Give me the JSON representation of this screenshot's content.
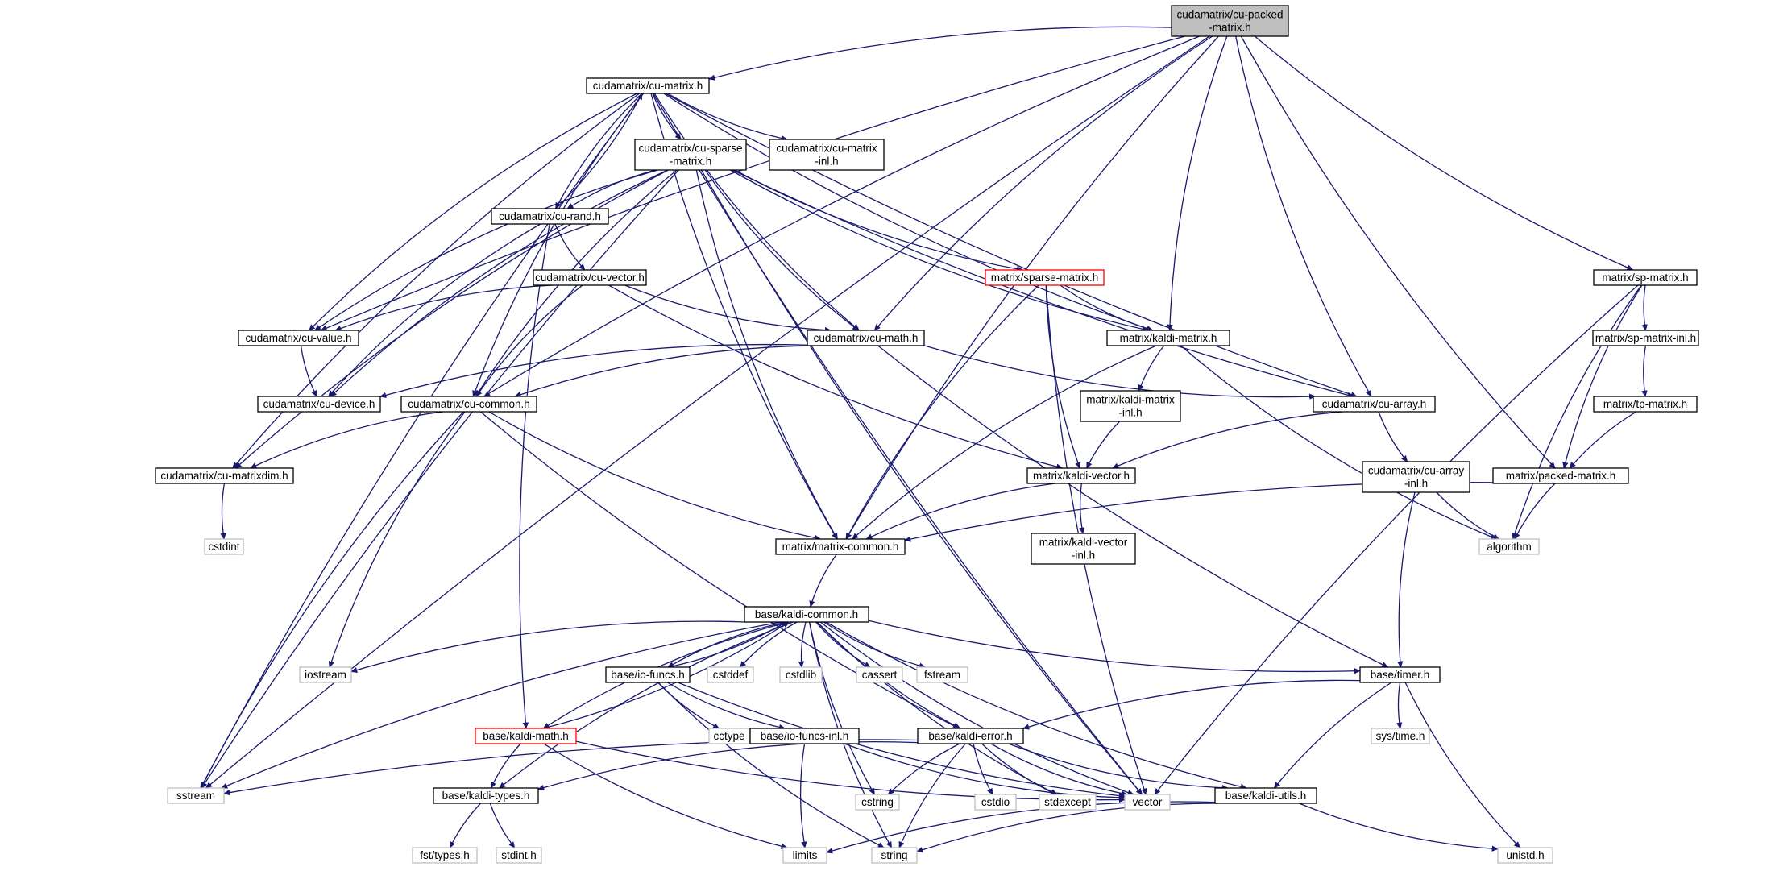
{
  "colors": {
    "edge": "#191970",
    "node_border": "#000000",
    "external_border": "#bfbfbf",
    "highlight_border": "#ff0000",
    "root_fill": "#bfbfbf",
    "background": "#ffffff"
  },
  "graph": {
    "nodes": [
      {
        "id": "n0",
        "lines": [
          "cudamatrix/cu-packed",
          "-matrix.h"
        ],
        "kind": "root"
      },
      {
        "id": "n1",
        "lines": [
          "cudamatrix/cu-matrix.h"
        ],
        "kind": "header"
      },
      {
        "id": "n2",
        "lines": [
          "cudamatrix/cu-sparse",
          "-matrix.h"
        ],
        "kind": "header"
      },
      {
        "id": "n3",
        "lines": [
          "cudamatrix/cu-matrix",
          "-inl.h"
        ],
        "kind": "header"
      },
      {
        "id": "n4",
        "lines": [
          "cudamatrix/cu-rand.h"
        ],
        "kind": "header"
      },
      {
        "id": "n5",
        "lines": [
          "cudamatrix/cu-vector.h"
        ],
        "kind": "header"
      },
      {
        "id": "n6",
        "lines": [
          "matrix/sparse-matrix.h"
        ],
        "kind": "highlight"
      },
      {
        "id": "n7",
        "lines": [
          "matrix/sp-matrix.h"
        ],
        "kind": "header"
      },
      {
        "id": "n8",
        "lines": [
          "cudamatrix/cu-value.h"
        ],
        "kind": "header"
      },
      {
        "id": "n9",
        "lines": [
          "cudamatrix/cu-math.h"
        ],
        "kind": "header"
      },
      {
        "id": "n10",
        "lines": [
          "matrix/kaldi-matrix.h"
        ],
        "kind": "header"
      },
      {
        "id": "n11",
        "lines": [
          "matrix/sp-matrix-inl.h"
        ],
        "kind": "header"
      },
      {
        "id": "n12",
        "lines": [
          "cudamatrix/cu-device.h"
        ],
        "kind": "header"
      },
      {
        "id": "n13",
        "lines": [
          "cudamatrix/cu-common.h"
        ],
        "kind": "header"
      },
      {
        "id": "n14",
        "lines": [
          "matrix/kaldi-matrix",
          "-inl.h"
        ],
        "kind": "header"
      },
      {
        "id": "n15",
        "lines": [
          "cudamatrix/cu-array.h"
        ],
        "kind": "header"
      },
      {
        "id": "n16",
        "lines": [
          "matrix/tp-matrix.h"
        ],
        "kind": "header"
      },
      {
        "id": "n17",
        "lines": [
          "cudamatrix/cu-matrixdim.h"
        ],
        "kind": "header"
      },
      {
        "id": "n18",
        "lines": [
          "matrix/kaldi-vector.h"
        ],
        "kind": "header"
      },
      {
        "id": "n19",
        "lines": [
          "cudamatrix/cu-array",
          "-inl.h"
        ],
        "kind": "header"
      },
      {
        "id": "n20",
        "lines": [
          "matrix/packed-matrix.h"
        ],
        "kind": "header"
      },
      {
        "id": "n21",
        "lines": [
          "cstdint"
        ],
        "kind": "external"
      },
      {
        "id": "n22",
        "lines": [
          "matrix/matrix-common.h"
        ],
        "kind": "header"
      },
      {
        "id": "n23",
        "lines": [
          "matrix/kaldi-vector",
          "-inl.h"
        ],
        "kind": "header"
      },
      {
        "id": "n24",
        "lines": [
          "algorithm"
        ],
        "kind": "external"
      },
      {
        "id": "n25",
        "lines": [
          "base/kaldi-common.h"
        ],
        "kind": "header"
      },
      {
        "id": "n26",
        "lines": [
          "iostream"
        ],
        "kind": "external"
      },
      {
        "id": "n27",
        "lines": [
          "base/io-funcs.h"
        ],
        "kind": "header"
      },
      {
        "id": "n28",
        "lines": [
          "cstddef"
        ],
        "kind": "external"
      },
      {
        "id": "n29",
        "lines": [
          "cstdlib"
        ],
        "kind": "external"
      },
      {
        "id": "n30",
        "lines": [
          "cassert"
        ],
        "kind": "external"
      },
      {
        "id": "n31",
        "lines": [
          "fstream"
        ],
        "kind": "external"
      },
      {
        "id": "n32",
        "lines": [
          "base/timer.h"
        ],
        "kind": "header"
      },
      {
        "id": "n33",
        "lines": [
          "cctype"
        ],
        "kind": "external"
      },
      {
        "id": "n34",
        "lines": [
          "sys/time.h"
        ],
        "kind": "external"
      },
      {
        "id": "n35",
        "lines": [
          "base/kaldi-math.h"
        ],
        "kind": "highlight"
      },
      {
        "id": "n36",
        "lines": [
          "base/io-funcs-inl.h"
        ],
        "kind": "header"
      },
      {
        "id": "n37",
        "lines": [
          "base/kaldi-error.h"
        ],
        "kind": "header"
      },
      {
        "id": "n38",
        "lines": [
          "sstream"
        ],
        "kind": "external"
      },
      {
        "id": "n39",
        "lines": [
          "base/kaldi-types.h"
        ],
        "kind": "header"
      },
      {
        "id": "n40",
        "lines": [
          "cstring"
        ],
        "kind": "external"
      },
      {
        "id": "n41",
        "lines": [
          "cstdio"
        ],
        "kind": "external"
      },
      {
        "id": "n42",
        "lines": [
          "stdexcept"
        ],
        "kind": "external"
      },
      {
        "id": "n43",
        "lines": [
          "vector"
        ],
        "kind": "external"
      },
      {
        "id": "n44",
        "lines": [
          "base/kaldi-utils.h"
        ],
        "kind": "header"
      },
      {
        "id": "n45",
        "lines": [
          "fst/types.h"
        ],
        "kind": "external"
      },
      {
        "id": "n46",
        "lines": [
          "stdint.h"
        ],
        "kind": "external"
      },
      {
        "id": "n47",
        "lines": [
          "limits"
        ],
        "kind": "external"
      },
      {
        "id": "n48",
        "lines": [
          "string"
        ],
        "kind": "external"
      },
      {
        "id": "n49",
        "lines": [
          "unistd.h"
        ],
        "kind": "external"
      }
    ],
    "edges": [
      [
        "n0",
        "n1"
      ],
      [
        "n0",
        "n38"
      ],
      [
        "n0",
        "n8"
      ],
      [
        "n0",
        "n13"
      ],
      [
        "n0",
        "n9"
      ],
      [
        "n0",
        "n22"
      ],
      [
        "n0",
        "n10"
      ],
      [
        "n0",
        "n15"
      ],
      [
        "n0",
        "n20"
      ],
      [
        "n0",
        "n7"
      ],
      [
        "n1",
        "n2"
      ],
      [
        "n1",
        "n3"
      ],
      [
        "n1",
        "n4"
      ],
      [
        "n1",
        "n8"
      ],
      [
        "n1",
        "n9"
      ],
      [
        "n1",
        "n10"
      ],
      [
        "n1",
        "n13"
      ],
      [
        "n1",
        "n17"
      ],
      [
        "n1",
        "n15"
      ],
      [
        "n1",
        "n22"
      ],
      [
        "n1",
        "n38"
      ],
      [
        "n1",
        "n43"
      ],
      [
        "n2",
        "n4"
      ],
      [
        "n2",
        "n8"
      ],
      [
        "n2",
        "n6"
      ],
      [
        "n2",
        "n9"
      ],
      [
        "n2",
        "n10"
      ],
      [
        "n2",
        "n13"
      ],
      [
        "n2",
        "n12"
      ],
      [
        "n2",
        "n17"
      ],
      [
        "n2",
        "n15"
      ],
      [
        "n2",
        "n22"
      ],
      [
        "n2",
        "n38"
      ],
      [
        "n2",
        "n43"
      ],
      [
        "n4",
        "n1"
      ],
      [
        "n4",
        "n5"
      ],
      [
        "n4",
        "n12"
      ],
      [
        "n4",
        "n35"
      ],
      [
        "n5",
        "n8"
      ],
      [
        "n5",
        "n9"
      ],
      [
        "n5",
        "n13"
      ],
      [
        "n5",
        "n18"
      ],
      [
        "n6",
        "n10"
      ],
      [
        "n6",
        "n18"
      ],
      [
        "n6",
        "n22"
      ],
      [
        "n6",
        "n43"
      ],
      [
        "n7",
        "n11"
      ],
      [
        "n7",
        "n20"
      ],
      [
        "n7",
        "n24"
      ],
      [
        "n7",
        "n43"
      ],
      [
        "n8",
        "n12"
      ],
      [
        "n9",
        "n12"
      ],
      [
        "n9",
        "n13"
      ],
      [
        "n9",
        "n15"
      ],
      [
        "n9",
        "n32"
      ],
      [
        "n10",
        "n14"
      ],
      [
        "n10",
        "n22"
      ],
      [
        "n10",
        "n24"
      ],
      [
        "n11",
        "n16"
      ],
      [
        "n13",
        "n17"
      ],
      [
        "n13",
        "n22"
      ],
      [
        "n13",
        "n26"
      ],
      [
        "n13",
        "n38"
      ],
      [
        "n13",
        "n37"
      ],
      [
        "n14",
        "n18"
      ],
      [
        "n15",
        "n18"
      ],
      [
        "n15",
        "n19"
      ],
      [
        "n16",
        "n20"
      ],
      [
        "n17",
        "n21"
      ],
      [
        "n18",
        "n22"
      ],
      [
        "n18",
        "n23"
      ],
      [
        "n19",
        "n24"
      ],
      [
        "n19",
        "n32"
      ],
      [
        "n20",
        "n22"
      ],
      [
        "n20",
        "n24"
      ],
      [
        "n22",
        "n25"
      ],
      [
        "n25",
        "n26"
      ],
      [
        "n25",
        "n27"
      ],
      [
        "n25",
        "n28"
      ],
      [
        "n25",
        "n29"
      ],
      [
        "n25",
        "n30"
      ],
      [
        "n25",
        "n31"
      ],
      [
        "n25",
        "n32"
      ],
      [
        "n25",
        "n35"
      ],
      [
        "n25",
        "n37"
      ],
      [
        "n25",
        "n38"
      ],
      [
        "n25",
        "n39"
      ],
      [
        "n25",
        "n40"
      ],
      [
        "n25",
        "n42"
      ],
      [
        "n25",
        "n43"
      ],
      [
        "n25",
        "n44"
      ],
      [
        "n25",
        "n48"
      ],
      [
        "n27",
        "n25"
      ],
      [
        "n27",
        "n33"
      ],
      [
        "n27",
        "n36"
      ],
      [
        "n27",
        "n43"
      ],
      [
        "n27",
        "n48"
      ],
      [
        "n32",
        "n34"
      ],
      [
        "n32",
        "n37"
      ],
      [
        "n32",
        "n44"
      ],
      [
        "n32",
        "n49"
      ],
      [
        "n35",
        "n25"
      ],
      [
        "n35",
        "n39"
      ],
      [
        "n35",
        "n43"
      ],
      [
        "n35",
        "n47"
      ],
      [
        "n36",
        "n47"
      ],
      [
        "n36",
        "n43"
      ],
      [
        "n37",
        "n38"
      ],
      [
        "n37",
        "n39"
      ],
      [
        "n37",
        "n40"
      ],
      [
        "n37",
        "n41"
      ],
      [
        "n37",
        "n42"
      ],
      [
        "n37",
        "n43"
      ],
      [
        "n37",
        "n44"
      ],
      [
        "n37",
        "n48"
      ],
      [
        "n39",
        "n45"
      ],
      [
        "n39",
        "n46"
      ],
      [
        "n44",
        "n47"
      ],
      [
        "n44",
        "n48"
      ],
      [
        "n44",
        "n49"
      ]
    ]
  }
}
